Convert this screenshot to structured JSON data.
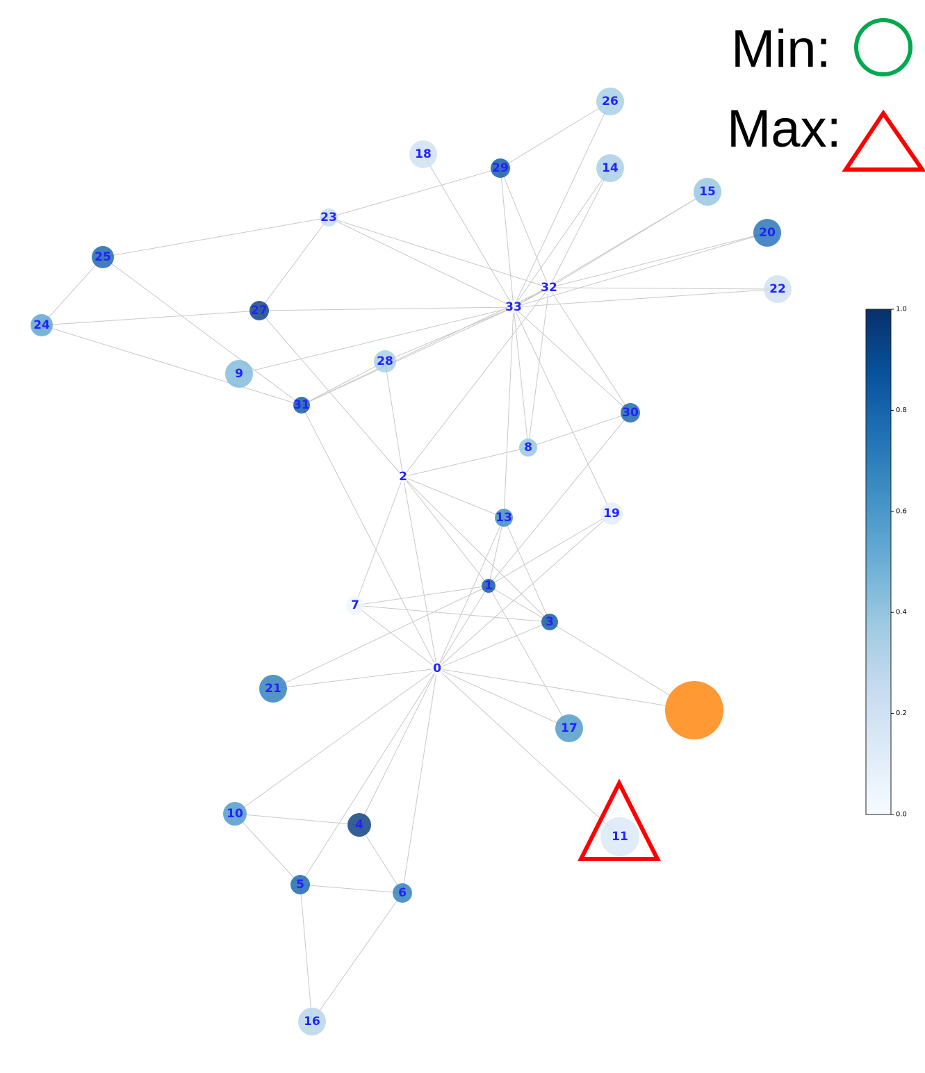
{
  "legend": {
    "min_label": "Min:",
    "max_label": "Max:",
    "min_color": "#00a84f",
    "max_color": "#ff0000",
    "min_marker": "circle-outline",
    "max_marker": "triangle-outline"
  },
  "colorbar": {
    "colormap": "Blues",
    "ticks": [
      "0.0",
      "0.2",
      "0.4",
      "0.6",
      "0.8",
      "1.0"
    ],
    "range": [
      0,
      1
    ]
  },
  "style": {
    "label_color": "#2222ff",
    "edge_color": "#c8c8c8",
    "highlight_node_color": "#ff9933"
  },
  "graph": {
    "nodes": [
      {
        "id": "0",
        "label": "0",
        "value": 0.0
      },
      {
        "id": "1",
        "label": "1",
        "value": 0.85
      },
      {
        "id": "2",
        "label": "2",
        "value": 0.0
      },
      {
        "id": "3",
        "label": "3",
        "value": 0.85
      },
      {
        "id": "4",
        "label": "4",
        "value": 0.95
      },
      {
        "id": "5",
        "label": "5",
        "value": 0.8
      },
      {
        "id": "6",
        "label": "6",
        "value": 0.7
      },
      {
        "id": "7",
        "label": "7",
        "value": 0.05
      },
      {
        "id": "8",
        "label": "8",
        "value": 0.4
      },
      {
        "id": "9",
        "label": "9",
        "value": 0.45
      },
      {
        "id": "10",
        "label": "10",
        "value": 0.6
      },
      {
        "id": "11",
        "label": "11",
        "value": 0.15
      },
      {
        "id": "13",
        "label": "13",
        "value": 0.65
      },
      {
        "id": "14",
        "label": "14",
        "value": 0.35
      },
      {
        "id": "15",
        "label": "15",
        "value": 0.4
      },
      {
        "id": "16",
        "label": "16",
        "value": 0.3
      },
      {
        "id": "17",
        "label": "17",
        "value": 0.6
      },
      {
        "id": "18",
        "label": "18",
        "value": 0.2
      },
      {
        "id": "19",
        "label": "19",
        "value": 0.1
      },
      {
        "id": "20",
        "label": "20",
        "value": 0.75
      },
      {
        "id": "21",
        "label": "21",
        "value": 0.7
      },
      {
        "id": "22",
        "label": "22",
        "value": 0.2
      },
      {
        "id": "23",
        "label": "23",
        "value": 0.25
      },
      {
        "id": "24",
        "label": "24",
        "value": 0.55
      },
      {
        "id": "25",
        "label": "25",
        "value": 0.8
      },
      {
        "id": "26",
        "label": "26",
        "value": 0.35
      },
      {
        "id": "27",
        "label": "27",
        "value": 0.95
      },
      {
        "id": "28",
        "label": "28",
        "value": 0.35
      },
      {
        "id": "29",
        "label": "29",
        "value": 0.85
      },
      {
        "id": "30",
        "label": "30",
        "value": 0.8
      },
      {
        "id": "31",
        "label": "31",
        "value": 0.85
      },
      {
        "id": "32",
        "label": "32",
        "value": 0.0
      },
      {
        "id": "33",
        "label": "33",
        "value": 0.0
      },
      {
        "id": "highlight",
        "label": "",
        "value": null
      }
    ],
    "edges": [
      [
        "0",
        "1"
      ],
      [
        "0",
        "2"
      ],
      [
        "0",
        "3"
      ],
      [
        "0",
        "4"
      ],
      [
        "0",
        "5"
      ],
      [
        "0",
        "6"
      ],
      [
        "0",
        "7"
      ],
      [
        "0",
        "10"
      ],
      [
        "0",
        "11"
      ],
      [
        "0",
        "13"
      ],
      [
        "0",
        "17"
      ],
      [
        "0",
        "19"
      ],
      [
        "0",
        "21"
      ],
      [
        "0",
        "31"
      ],
      [
        "0",
        "highlight"
      ],
      [
        "1",
        "2"
      ],
      [
        "1",
        "3"
      ],
      [
        "1",
        "7"
      ],
      [
        "1",
        "13"
      ],
      [
        "1",
        "17"
      ],
      [
        "1",
        "19"
      ],
      [
        "1",
        "21"
      ],
      [
        "1",
        "30"
      ],
      [
        "2",
        "3"
      ],
      [
        "2",
        "7"
      ],
      [
        "2",
        "8"
      ],
      [
        "2",
        "13"
      ],
      [
        "2",
        "27"
      ],
      [
        "2",
        "28"
      ],
      [
        "2",
        "32"
      ],
      [
        "3",
        "7"
      ],
      [
        "3",
        "13"
      ],
      [
        "3",
        "highlight"
      ],
      [
        "4",
        "6"
      ],
      [
        "4",
        "10"
      ],
      [
        "5",
        "6"
      ],
      [
        "5",
        "10"
      ],
      [
        "5",
        "16"
      ],
      [
        "6",
        "16"
      ],
      [
        "8",
        "30"
      ],
      [
        "8",
        "32"
      ],
      [
        "8",
        "33"
      ],
      [
        "9",
        "33"
      ],
      [
        "13",
        "33"
      ],
      [
        "14",
        "32"
      ],
      [
        "14",
        "33"
      ],
      [
        "15",
        "32"
      ],
      [
        "15",
        "33"
      ],
      [
        "18",
        "33"
      ],
      [
        "19",
        "33"
      ],
      [
        "20",
        "32"
      ],
      [
        "20",
        "33"
      ],
      [
        "22",
        "32"
      ],
      [
        "22",
        "33"
      ],
      [
        "23",
        "25"
      ],
      [
        "23",
        "27"
      ],
      [
        "23",
        "29"
      ],
      [
        "23",
        "32"
      ],
      [
        "23",
        "33"
      ],
      [
        "24",
        "25"
      ],
      [
        "24",
        "27"
      ],
      [
        "24",
        "31"
      ],
      [
        "25",
        "31"
      ],
      [
        "26",
        "29"
      ],
      [
        "26",
        "33"
      ],
      [
        "27",
        "33"
      ],
      [
        "28",
        "31"
      ],
      [
        "28",
        "33"
      ],
      [
        "29",
        "32"
      ],
      [
        "29",
        "33"
      ],
      [
        "30",
        "32"
      ],
      [
        "30",
        "33"
      ],
      [
        "31",
        "32"
      ],
      [
        "31",
        "33"
      ],
      [
        "32",
        "33"
      ]
    ]
  }
}
